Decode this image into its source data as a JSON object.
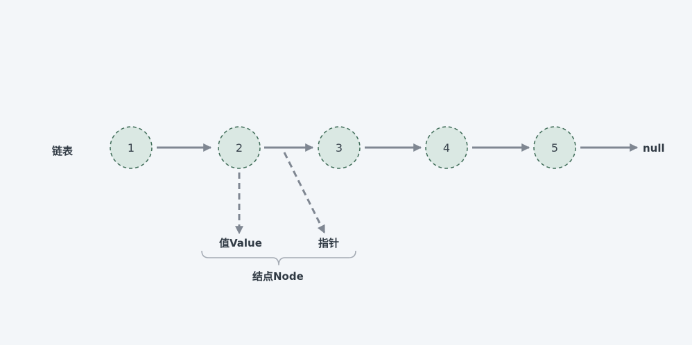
{
  "diagram": {
    "row_label": "链表",
    "nodes": [
      "1",
      "2",
      "3",
      "4",
      "5"
    ],
    "terminal_label": "null",
    "value_label": "值Value",
    "pointer_label": "指针",
    "node_label": "结点Node"
  },
  "colors": {
    "background": "#f3f6f9",
    "node_fill": "#dae8e3",
    "node_border": "#3e6b57",
    "arrow": "#7f8792",
    "text": "#303a44"
  }
}
